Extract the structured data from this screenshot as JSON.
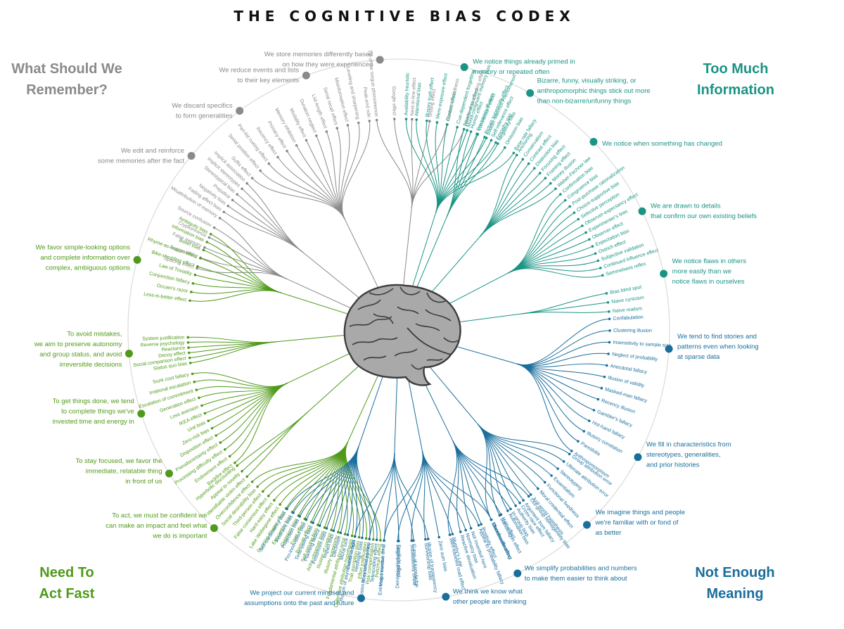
{
  "title": "THE COGNITIVE BIAS CODEX",
  "quadrants": [
    {
      "lines": [
        "What Should We",
        "Remember?"
      ],
      "color": "#8a8a8a"
    },
    {
      "lines": [
        "Too Much",
        "Information"
      ],
      "color": "#1a9484"
    },
    {
      "lines": [
        "Need To",
        "Act Fast"
      ],
      "color": "#4f9a1a"
    },
    {
      "lines": [
        "Not Enough",
        "Meaning"
      ],
      "color": "#1a6e9c"
    }
  ],
  "colors": {
    "gray": "#8a8a8a",
    "teal": "#1a9484",
    "green": "#4f9a1a",
    "blue": "#1a6e9c",
    "ring": "#dddddd",
    "brain": "#a9a9a9"
  },
  "categories": [
    {
      "lines": [
        "We store memories differently based",
        "on how they were experienced"
      ],
      "color": "gray"
    },
    {
      "lines": [
        "We reduce events and lists",
        "to their key elements"
      ],
      "color": "gray"
    },
    {
      "lines": [
        "We discard specifics",
        "to form generalities"
      ],
      "color": "gray"
    },
    {
      "lines": [
        "We edit and reinforce",
        "some memories after the fact"
      ],
      "color": "gray"
    },
    {
      "lines": [
        "We notice things already primed in",
        "memory or repeated often"
      ],
      "color": "teal"
    },
    {
      "lines": [
        "Bizarre, funny, visually striking, or",
        "anthropomorphic things stick out more",
        "than non-bizarre/unfunny things"
      ],
      "color": "teal"
    },
    {
      "lines": [
        "We notice when something has changed"
      ],
      "color": "teal"
    },
    {
      "lines": [
        "We are drawn to details",
        "that confirm our own existing beliefs"
      ],
      "color": "teal"
    },
    {
      "lines": [
        "We notice flaws in others",
        "more easily than we",
        "notice flaws in ourselves"
      ],
      "color": "teal"
    },
    {
      "lines": [
        "We favor simple-looking options",
        "and complete information over",
        "complex, ambiguous options"
      ],
      "color": "green"
    },
    {
      "lines": [
        "To avoid mistakes,",
        "we aim to preserve autonomy",
        "and group status, and avoid",
        "irreversible decisions"
      ],
      "color": "green"
    },
    {
      "lines": [
        "To get things done, we tend",
        "to complete things we've",
        "invested time and energy in"
      ],
      "color": "green"
    },
    {
      "lines": [
        "To stay focused, we favor the",
        "immediate, relatable thing",
        "in front of us"
      ],
      "color": "green"
    },
    {
      "lines": [
        "To act, we must be confident we",
        "can make an impact and feel what",
        "we do is important"
      ],
      "color": "green"
    },
    {
      "lines": [
        "We tend to find stories and",
        "patterns even when looking",
        "at sparse data"
      ],
      "color": "blue"
    },
    {
      "lines": [
        "We fill in characteristics from",
        "stereotypes, generalities,",
        "and prior histories"
      ],
      "color": "blue"
    },
    {
      "lines": [
        "We imagine things and people",
        "we're familiar with or fond of",
        "as better"
      ],
      "color": "blue"
    },
    {
      "lines": [
        "We simplify probabilities and numbers",
        "to make them easier to think about"
      ],
      "color": "blue"
    },
    {
      "lines": [
        "We think we know what",
        "other people are thinking"
      ],
      "color": "blue"
    },
    {
      "lines": [
        "We project our current mindset and",
        "assumptions onto the past and future"
      ],
      "color": "blue"
    }
  ],
  "bias_groups": [
    {
      "color": "gray",
      "labels": [
        "Tip of the tongue phenomenon",
        "Google effect",
        "Next-in-line effect",
        "Testing effect",
        "Absent-mindedness",
        "Levels-of-processing effect"
      ]
    },
    {
      "color": "gray",
      "labels": [
        "Suffix effect",
        "Serial position effect",
        "Part-list cueing effect",
        "Recency effect",
        "Primacy effect",
        "Memory inhibition",
        "Modality effect",
        "Duration neglect",
        "List-length effect",
        "Serial recall effect",
        "Misinformation effect",
        "Leveling and sharpening",
        "Peak-end rule"
      ]
    },
    {
      "color": "gray",
      "labels": [
        "Fading affect bias",
        "Negativity bias",
        "Prejudice",
        "Stereotypical bias",
        "Implicit stereotypes",
        "Implicit association"
      ]
    },
    {
      "color": "gray",
      "labels": [
        "Spacing effect",
        "Suggestibility",
        "False memory",
        "Cryptomnesia",
        "Source confusion",
        "Misattribution of memory"
      ]
    },
    {
      "color": "teal",
      "labels": [
        "Availability heuristic",
        "Attentional bias",
        "Illusory truth effect",
        "Mere-exposure effect",
        "Context effect",
        "Cue-dependent forgetting",
        "Mood-congruent memory bias",
        "Frequency illusion",
        "Baader-Meinhof Phenomenon",
        "Empathy gap",
        "Omission bias",
        "Base rate fallacy"
      ]
    },
    {
      "color": "teal",
      "labels": [
        "Bizarreness effect",
        "Humor effect",
        "Von Restorff effect",
        "Picture superiority effect",
        "Self-relevance effect",
        "Negativity bias"
      ]
    },
    {
      "color": "teal",
      "labels": [
        "Anchoring",
        "Conservatism",
        "Contrast effect",
        "Distinction bias",
        "Focusing effect",
        "Framing effect",
        "Money illusion",
        "Weber-Fechner law"
      ]
    },
    {
      "color": "teal",
      "labels": [
        "Confirmation bias",
        "Congruence bias",
        "Post-purchase rationalization",
        "Choice-supportive bias",
        "Selective perception",
        "Observer-expectancy effect",
        "Experimenter's bias",
        "Observer effect",
        "Expectation bias",
        "Ostrich effect",
        "Subjective validation",
        "Continued influence effect",
        "Semmelweis reflex"
      ]
    },
    {
      "color": "teal",
      "labels": [
        "Bias blind spot",
        "Naive cynicism",
        "Naive realism"
      ]
    },
    {
      "color": "green",
      "labels": [
        "Less-is-better effect",
        "Occam's razor",
        "Conjunction fallacy",
        "Law of Triviality",
        "Bike-shedding effect",
        "Rhyme-as-reason effect",
        "Belief bias",
        "Information bias",
        "Ambiguity bias"
      ]
    },
    {
      "color": "green",
      "labels": [
        "Status quo bias",
        "Social comparison effect",
        "Decoy effect",
        "Reactance",
        "Reverse psychology",
        "System justification"
      ]
    },
    {
      "color": "green",
      "labels": [
        "Backfire effect",
        "Endowment effect",
        "Processing difficulty effect",
        "Pseudocertainty effect",
        "Disposition effect",
        "Zero-risk bias",
        "Unit bias",
        "IKEA effect",
        "Loss aversion",
        "Generation effect",
        "Escalation of commitment",
        "Irrational escalation",
        "Sunk cost fallacy"
      ]
    },
    {
      "color": "green",
      "labels": [
        "Identifiable victim effect",
        "Appeal to novelty",
        "Hyperbolic discounting"
      ]
    },
    {
      "color": "green",
      "labels": [
        "Peltzman effect",
        "Risk compensation",
        "Effort justification",
        "Trait ascription bias",
        "Defensive attribution hypothesis",
        "Fundamental attribution error",
        "Illusory superiority",
        "Illusion of control",
        "Actor-observer bias",
        "Self-serving bias",
        "Barnum effect",
        "Forer effect",
        "Optimism bias",
        "Egocentric bias",
        "Dunning-Kruger effect",
        "Lake Wobegone effect",
        "Hard-easy effect",
        "False consensus effect",
        "Third-person effect",
        "Social desirability bias",
        "Overconfidence effect"
      ]
    },
    {
      "color": "blue",
      "labels": [
        "Confabulation",
        "Clustering illusion",
        "Insensitivity to sample size",
        "Neglect of probability",
        "Anecdotal fallacy",
        "Illusion of validity",
        "Masked-man fallacy",
        "Recency illusion",
        "Gambler's fallacy",
        "Hot-hand fallacy",
        "Illusory correlation",
        "Pareidolia",
        "Anthropomorphism"
      ]
    },
    {
      "color": "blue",
      "labels": [
        "Group attribution error",
        "Ultimate attribution error",
        "Stereotyping",
        "Essentialism",
        "Functional fixedness",
        "Moral credential effect",
        "Just-world hypothesis",
        "Argument from fallacy",
        "Authority bias",
        "Automation bias",
        "Bandwagon effect",
        "Placebo effect"
      ]
    },
    {
      "color": "blue",
      "labels": [
        "Out-group homogeneity bias",
        "Cross-race effect",
        "In-group bias",
        "Halo effect",
        "Cheerleader effect",
        "Positivity effect",
        "Not invented here",
        "Reactive devaluation",
        "Well-traveled road effect"
      ]
    },
    {
      "color": "blue",
      "labels": [
        "Mental accounting",
        "Appeal to probability fallacy",
        "Normalcy bias",
        "Murphy's Law",
        "Zero sum bias",
        "Survivorship bias",
        "Subadditivity effect",
        "Denomination effect",
        "Magic number 7+-2"
      ]
    },
    {
      "color": "blue",
      "labels": [
        "Illusion of transparency",
        "Curse of knowledge",
        "Spotlight effect",
        "Extrinsic incentive error",
        "Illusion of external agency",
        "Illusion of asymmetric insight"
      ]
    },
    {
      "color": "blue",
      "labels": [
        "Telescoping effect",
        "Rosy retrospection",
        "Hindsight bias",
        "Outcome bias",
        "Moral luck",
        "Declinism",
        "Impact bias",
        "Pessimism bias",
        "Planning fallacy",
        "Time-saving bias",
        "Pro-innovation bias",
        "Projection bias",
        "Restraint bias",
        "Self-consistency bias"
      ]
    }
  ]
}
